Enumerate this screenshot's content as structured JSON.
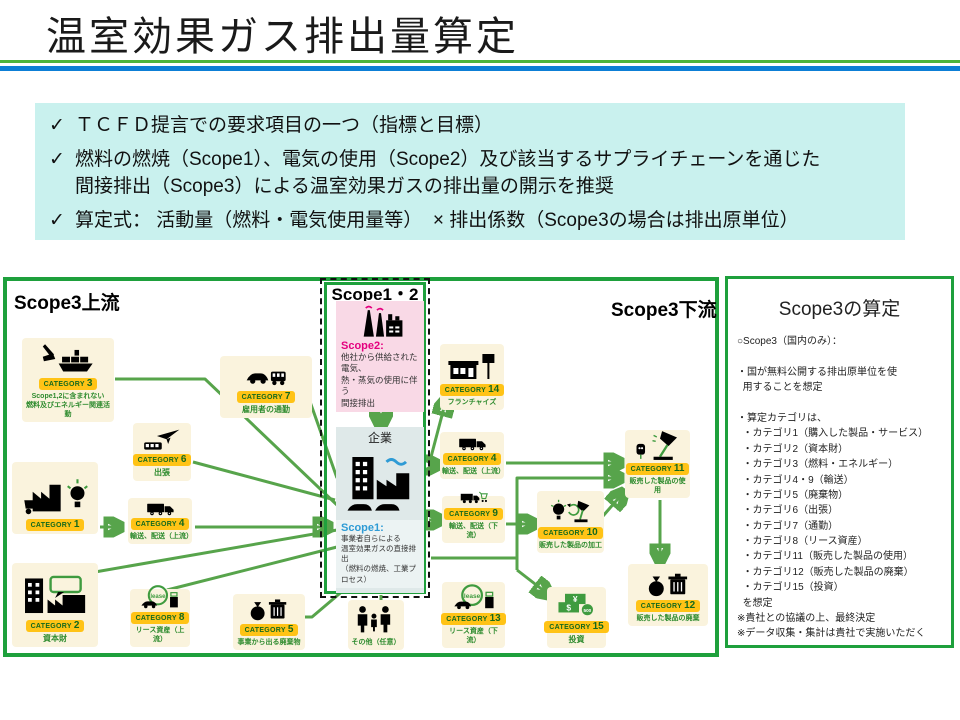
{
  "slide": {
    "title": "温室効果ガス排出量算定"
  },
  "callout": {
    "bullet_mark": "✓",
    "bullets": [
      "ＴＣＦＤ提言での要求項目の一つ（指標と目標）",
      "燃料の燃焼（Scope1）、電気の使用（Scope2）及び該当するサプライチェーンを通じた\n間接排出（Scope3）による温室効果ガスの排出量の開示を推奨",
      "算定式： 活動量（燃料・電気使用量等）  × 排出係数（Scope3の場合は排出原単位）"
    ]
  },
  "diagram": {
    "label_upstream": "Scope3上流",
    "label_scope12": "Scope1・2",
    "label_downstream": "Scope3下流",
    "scope2": {
      "heading": "Scope2:",
      "desc": "他社から供給された電気、\n熱・蒸気の使用に伴う\n間接排出"
    },
    "company_label": "企業",
    "scope1": {
      "heading": "Scope1:",
      "desc": "事業者自らによる\n温室効果ガスの直接排出\n（燃料の燃焼、工業プロセス）"
    },
    "badge_word": "CATEGORY",
    "lease_text": "lease",
    "invest_icon": {
      "note1": "¥",
      "note2": "$",
      "coin": "500"
    },
    "other_label": "その他（任意）",
    "categories": [
      {
        "num": "3",
        "caption": "Scope1,2に含まれない\n燃料及びエネルギー関連活動"
      },
      {
        "num": "7",
        "caption": "雇用者の通勤"
      },
      {
        "num": "6",
        "caption": "出張"
      },
      {
        "num": "1",
        "caption": ""
      },
      {
        "num": "4",
        "caption": "輸送、配送（上流）"
      },
      {
        "num": "2",
        "caption": "資本財"
      },
      {
        "num": "8",
        "caption": "リース資産（上流）"
      },
      {
        "num": "5",
        "caption": "事業から出る廃棄物"
      },
      {
        "num": "14",
        "caption": "フランチャイズ"
      },
      {
        "num": "4",
        "caption": "輸送、配送（上流）"
      },
      {
        "num": "9",
        "caption": "輸送、配送（下流）"
      },
      {
        "num": "10",
        "caption": "販売した製品の加工"
      },
      {
        "num": "11",
        "caption": "販売した製品の使用"
      },
      {
        "num": "12",
        "caption": "販売した製品の廃棄"
      },
      {
        "num": "13",
        "caption": "リース資産（下流）"
      },
      {
        "num": "15",
        "caption": "投資"
      }
    ]
  },
  "panel": {
    "title": "Scope3の算定",
    "body": "○Scope3（国内のみ）：\n\n・国が無料公開する排出原単位を使\n  用することを想定\n\n・算定カテゴリは、\n  ・カテゴリ1（購入した製品・サービス）\n  ・カテゴリ2（資本財）\n  ・カテゴリ3（燃料・エネルギー）\n  ・カテゴリ4・9（輸送）\n  ・カテゴリ5（廃棄物）\n  ・カテゴリ6（出張）\n  ・カテゴリ7（通勤）\n  ・カテゴリ8（リース資産）\n  ・カテゴリ11（販売した製品の使用）\n  ・カテゴリ12（販売した製品の廃棄）\n  ・カテゴリ15（投資）\n  を想定\n※貴社との協議の上、最終決定\n※データ収集・集計は貴社で実施いただく"
  },
  "colors": {
    "ink": "#1a1a1a",
    "rule_green": "#4db43c",
    "rule_blue": "#0d7fd6",
    "callout_bg": "#c9f1ee",
    "border_green": "#1ea03c",
    "arrow_green": "#57a44b",
    "tile_bg": "#faf3dd",
    "badge_yellow": "#ffc316",
    "badge_text": "#15691d",
    "caption_green": "#2e8b2e",
    "icon_green": "#3f9b3f",
    "magenta": "#e4007f",
    "pink_bg": "#f9d9e6",
    "pink_arrow": "#f2a0cc",
    "blue": "#2e9bd5",
    "blue_bg": "#dfe9e9"
  }
}
